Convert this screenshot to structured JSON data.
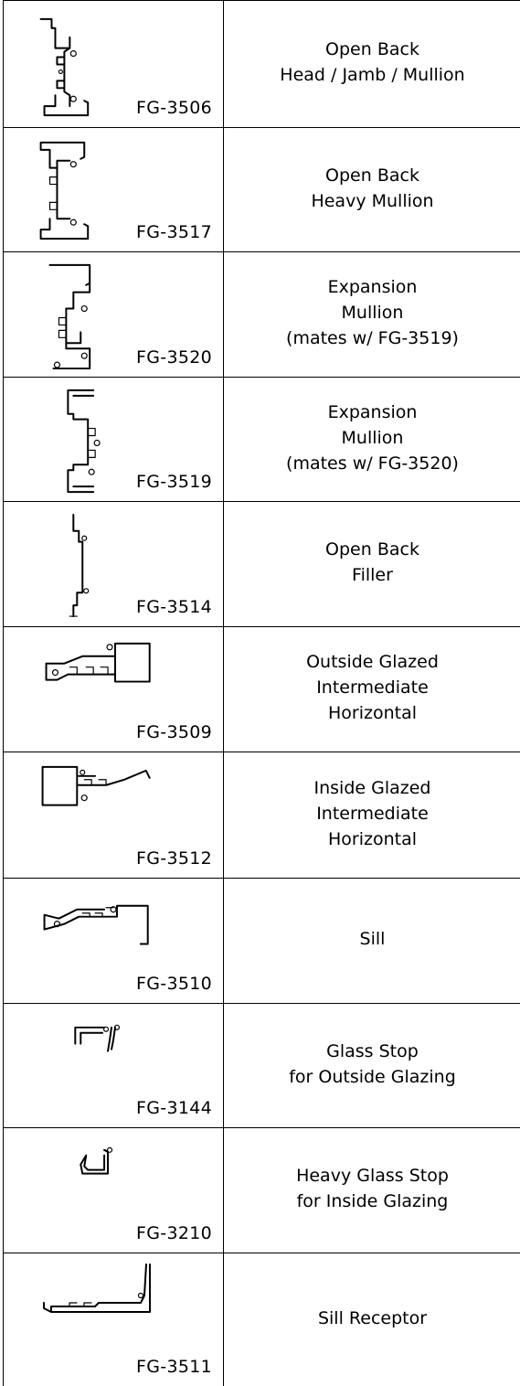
{
  "rows": [
    {
      "part_number": "FG-3506",
      "description": "Open Back\nHead / Jamb / Mullion"
    },
    {
      "part_number": "FG-3517",
      "description": "Open Back\nHeavy Mullion"
    },
    {
      "part_number": "FG-3520",
      "description": "Expansion\nMullion\n(mates w/ FG-3519)"
    },
    {
      "part_number": "FG-3519",
      "description": "Expansion\nMullion\n(mates w/ FG-3520)"
    },
    {
      "part_number": "FG-3514",
      "description": "Open Back\nFiller"
    },
    {
      "part_number": "FG-3509",
      "description": "Outside Glazed\nIntermediate\nHorizontal"
    },
    {
      "part_number": "FG-3512",
      "description": "Inside Glazed\nIntermediate\nHorizontal"
    },
    {
      "part_number": "FG-3510",
      "description": "Sill"
    },
    {
      "part_number": "FG-3144",
      "description": "Glass Stop\nfor Outside Glazing"
    },
    {
      "part_number": "FG-3210",
      "description": "Heavy Glass Stop\nfor Inside Glazing"
    },
    {
      "part_number": "FG-3511",
      "description": "Sill Receptor"
    }
  ]
}
